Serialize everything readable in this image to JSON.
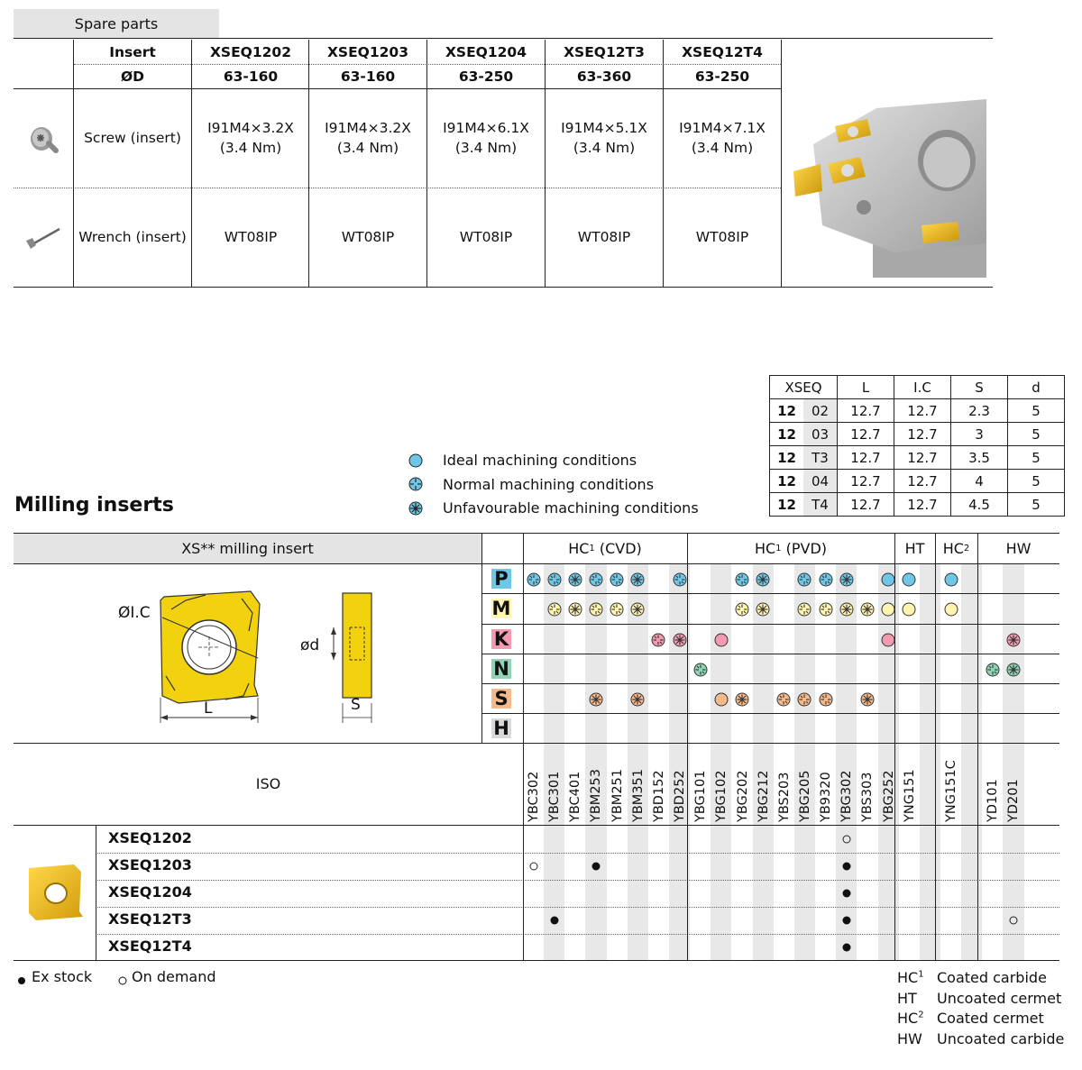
{
  "spare": {
    "tab_label": "Spare parts",
    "insert_label": "Insert",
    "od_label": "ØD",
    "columns": [
      {
        "code": "XSEQ1202",
        "range": "63-160",
        "screw": "I91M4×3.2X",
        "torque": "(3.4 Nm)",
        "wrench": "WT08IP"
      },
      {
        "code": "XSEQ1203",
        "range": "63-160",
        "screw": "I91M4×3.2X",
        "torque": "(3.4 Nm)",
        "wrench": "WT08IP"
      },
      {
        "code": "XSEQ1204",
        "range": "63-250",
        "screw": "I91M4×6.1X",
        "torque": "(3.4 Nm)",
        "wrench": "WT08IP"
      },
      {
        "code": "XSEQ12T3",
        "range": "63-360",
        "screw": "I91M4×5.1X",
        "torque": "(3.4 Nm)",
        "wrench": "WT08IP"
      },
      {
        "code": "XSEQ12T4",
        "range": "63-250",
        "screw": "I91M4×7.1X",
        "torque": "(3.4 Nm)",
        "wrench": "WT08IP"
      }
    ],
    "screw_label": "Screw (insert)",
    "wrench_label": "Wrench (insert)",
    "screw_icon": "screw-icon",
    "wrench_icon": "wrench-icon"
  },
  "dims": {
    "headers": [
      "XSEQ",
      "L",
      "I.C",
      "S",
      "d"
    ],
    "rows": [
      {
        "a": "12",
        "b": "02",
        "L": "12.7",
        "IC": "12.7",
        "S": "2.3",
        "d": "5"
      },
      {
        "a": "12",
        "b": "03",
        "L": "12.7",
        "IC": "12.7",
        "S": "3",
        "d": "5"
      },
      {
        "a": "12",
        "b": "T3",
        "L": "12.7",
        "IC": "12.7",
        "S": "3.5",
        "d": "5"
      },
      {
        "a": "12",
        "b": "04",
        "L": "12.7",
        "IC": "12.7",
        "S": "4",
        "d": "5"
      },
      {
        "a": "12",
        "b": "T4",
        "L": "12.7",
        "IC": "12.7",
        "S": "4.5",
        "d": "5"
      }
    ]
  },
  "conditions": {
    "ideal": "Ideal machining conditions",
    "normal": "Normal machining conditions",
    "unfav": "Unfavourable machining conditions"
  },
  "milling": {
    "title": "Milling inserts",
    "insert_header": "XS** milling insert",
    "iso_label": "ISO",
    "dim_ic": "ØI.C",
    "dim_d": "ød",
    "dim_l": "L",
    "dim_s": "S",
    "groups": [
      {
        "label": "HC",
        "sup": "1",
        "tail": " (CVD)"
      },
      {
        "label": "HC",
        "sup": "1",
        "tail": " (PVD)"
      },
      {
        "label": "HT",
        "sup": "",
        "tail": ""
      },
      {
        "label": "HC",
        "sup": "2",
        "tail": ""
      },
      {
        "label": "HW",
        "sup": "",
        "tail": ""
      }
    ],
    "grades": [
      "YBC302",
      "YBC301",
      "YBC401",
      "YBM253",
      "YBM251",
      "YBM351",
      "YBD152",
      "YBD252",
      "YBG101",
      "YBG102",
      "YBG202",
      "YBG212",
      "YBS203",
      "YBG205",
      "YB9320",
      "YBG302",
      "YBS303",
      "YBG252",
      "YNG151",
      "",
      "YNG151C",
      "",
      "YD101",
      "YD201",
      ""
    ],
    "materials": [
      {
        "letter": "P",
        "color": "#6fc7e8"
      },
      {
        "letter": "M",
        "color": "#fff4b0"
      },
      {
        "letter": "K",
        "color": "#f49ab0"
      },
      {
        "letter": "N",
        "color": "#8fd3b4"
      },
      {
        "letter": "S",
        "color": "#f6b98a"
      },
      {
        "letter": "H",
        "color": "#d9d9d9"
      }
    ],
    "products": [
      "XSEQ1202",
      "XSEQ1203",
      "XSEQ1204",
      "XSEQ12T3",
      "XSEQ12T4"
    ]
  },
  "legend": {
    "ex_stock": "Ex stock",
    "on_demand": "On demand",
    "codes": [
      {
        "code": "HC",
        "sup": "1",
        "desc": "Coated carbide"
      },
      {
        "code": "HT",
        "sup": "",
        "desc": "Uncoated cermet"
      },
      {
        "code": "HC",
        "sup": "2",
        "desc": "Coated cermet"
      },
      {
        "code": "HW",
        "sup": "",
        "desc": "Uncoated carbide"
      }
    ]
  }
}
